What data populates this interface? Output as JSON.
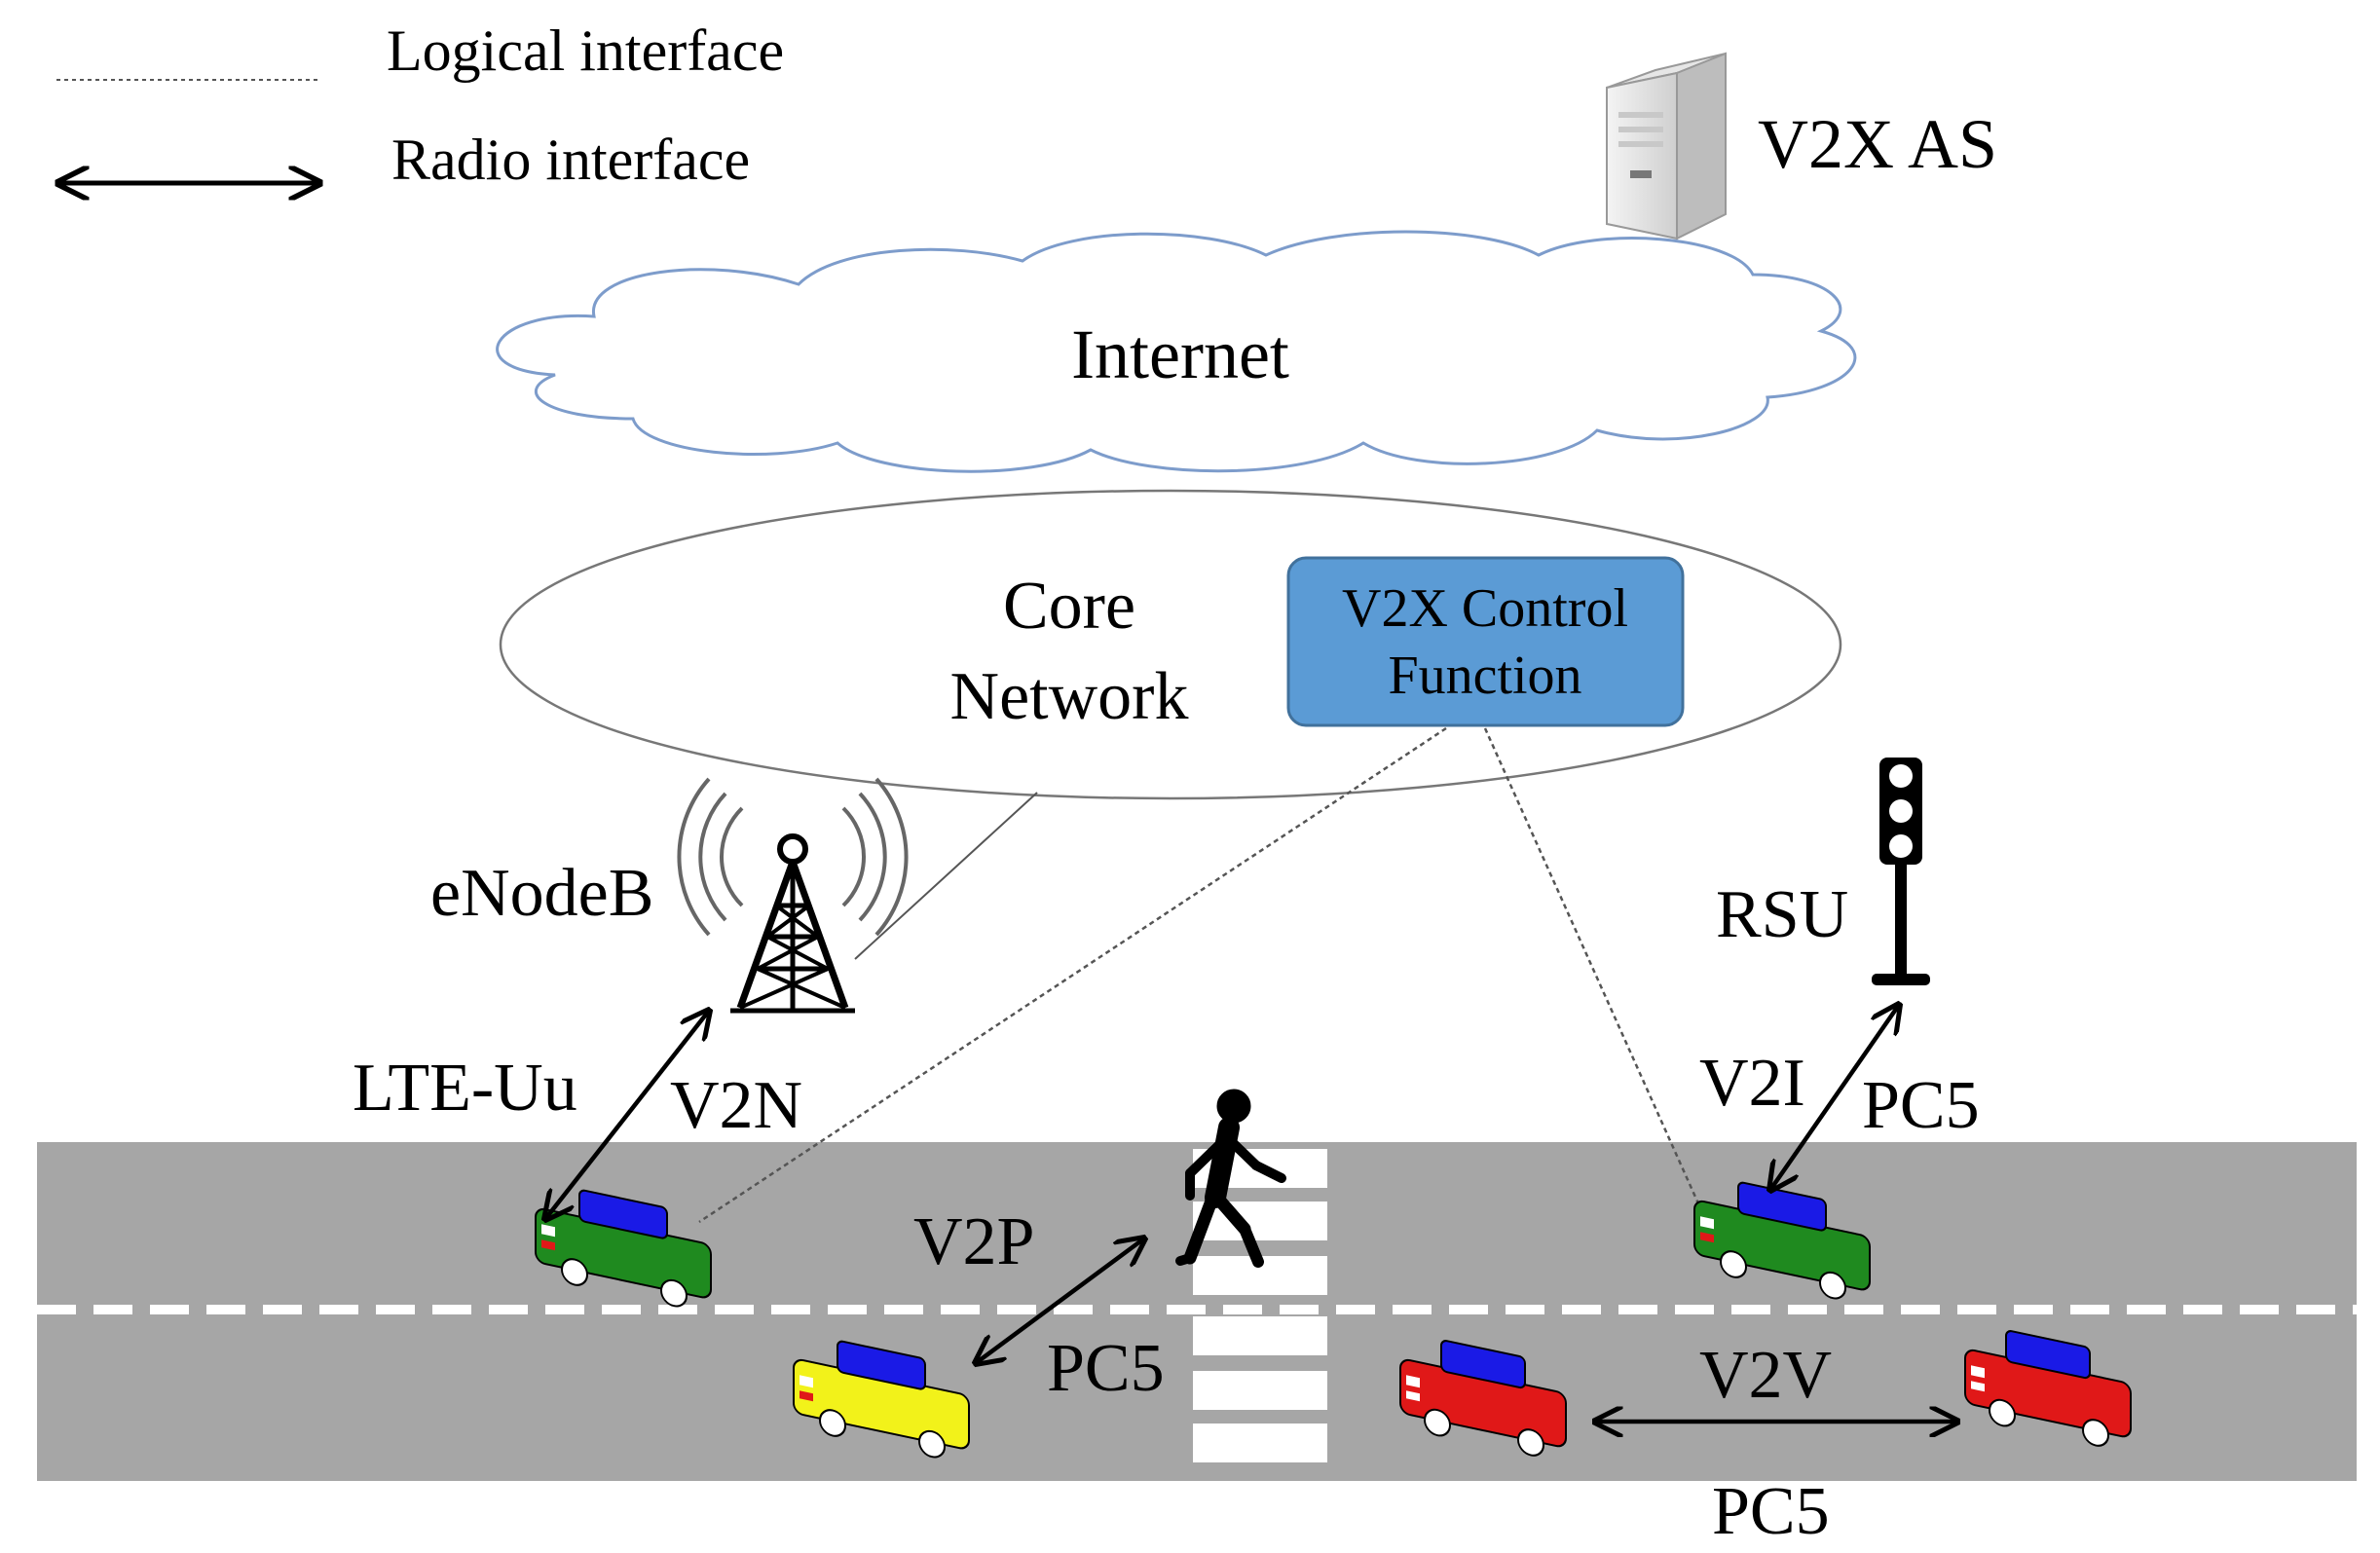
{
  "legend": {
    "logical_label": "Logical interface",
    "radio_label": "Radio interface"
  },
  "nodes": {
    "v2x_as": "V2X AS",
    "internet": "Internet",
    "core_line1": "Core",
    "core_line2": "Network",
    "control_line1": "V2X Control",
    "control_line2": "Function",
    "enodeb": "eNodeB",
    "rsu": "RSU"
  },
  "links": {
    "lte_uu": "LTE-Uu",
    "v2n": "V2N",
    "v2i": "V2I",
    "pc5_v2i": "PC5",
    "v2p": "V2P",
    "pc5_v2p": "PC5",
    "v2v": "V2V",
    "pc5_v2v": "PC5"
  },
  "colors": {
    "road": "#a6a6a6",
    "control_fill": "#5b9bd5",
    "cloud_stroke": "#6f8fb8",
    "car_green": "#1f8a1f",
    "car_yellow": "#f2f21a",
    "car_red": "#e01818",
    "car_blue": "#1a1ae6"
  }
}
